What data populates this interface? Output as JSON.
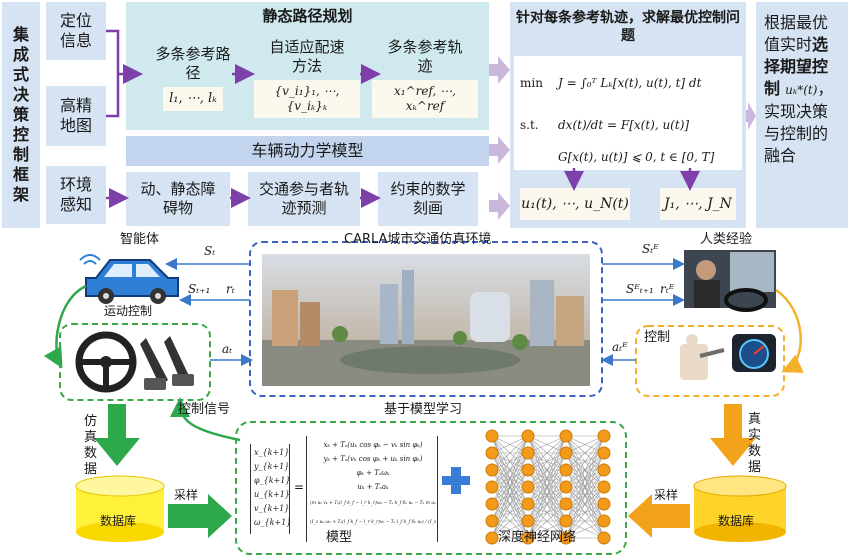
{
  "top": {
    "framework_title": "集成式决策控制框架",
    "inputs": {
      "positioning": "定位信息",
      "hd_map": "高精地图",
      "environment": "环境感知"
    },
    "static_planning": {
      "title": "静态路径规划",
      "step1": "多条参考路径",
      "step1_math": "l₁, ⋯, lₖ",
      "step2": "自适应配速方法",
      "step2_math": "{v_i₁}₁, ⋯, {v_iₖ}ₖ",
      "step3": "多条参考轨迹",
      "step3_math": "x₁^ref, ⋯, xₖ^ref"
    },
    "dynamics": "车辆动力学模型",
    "constraint_chain": {
      "obstacles": "动、静态障碍物",
      "prediction": "交通参与者轨迹预测",
      "math_constraint": "约束的数学刻画"
    },
    "optimal_control": {
      "title": "针对每条参考轨迹，求解最优控制问题",
      "min_label": "min",
      "objective": "J = ∫₀ᵀ Lₖ[x(t), u(t), t] dt",
      "st_label": "s.t.",
      "dynamics_eq": "dx(t)/dt = F[x(t), u(t)]",
      "constraint_eq": "G[x(t), u(t)] ⩽ 0, t ∈ [0, T]",
      "controls": "u₁(t), ⋯, u_N(t)",
      "costs": "J₁, ⋯, J_N"
    },
    "selection": {
      "text_pre": "根据最优值实时",
      "text_bold": "选择期望控制",
      "symbol": "uₖ*(t)",
      "text_post": "，实现决策与控制的融合"
    }
  },
  "bottom": {
    "agent_label": "智能体",
    "motion_control": "运动控制",
    "carla_title": "CARLA城市交通仿真环境",
    "human_label": "人类经验",
    "control_label": "控制",
    "sim_data": "仿真数据",
    "real_data": "真实数据",
    "control_signal": "控制信号",
    "model_learning": "基于模型学习",
    "database_left": "数据库",
    "database_right": "数据库",
    "sampling_left": "采样",
    "sampling_right": "采样",
    "model_label": "模型",
    "network_label": "深度神经网络",
    "sym": {
      "s_t": "Sₜ",
      "s_t1": "Sₜ₊₁",
      "r_t": "rₜ",
      "a_t": "aₜ",
      "s_e_t": "Sₜᴱ",
      "s_e_t1": "Sᴱₜ₊₁",
      "r_e_t": "rₜᴱ",
      "a_e_t": "aₜᴱ"
    },
    "state_vector": [
      "x_{k+1}",
      "y_{k+1}",
      "φ_{k+1}",
      "u_{k+1}",
      "v_{k+1}",
      "ω_{k+1}"
    ],
    "model_rows": [
      "xₖ + Tₛ(uₖ cos φₖ − vₖ sin φₖ)",
      "yₖ + Tₛ(vₖ cos φₖ + uₖ sin φₖ)",
      "φₖ + Tₛωₖ",
      "uₖ + Tₛaₖ",
      "(m uₖ vₖ + Tₛ(l_f k_f − l_r k_r)ωₖ − Tₛ k_f δₖ uₖ − Tₛ m uₖ² ωₖ) / (m uₖ − Tₛ(k_f + k_r))",
      "(I_z uₖ ωₖ + Tₛ(l_f k_f − l_r k_r)vₖ − Tₛ l_f k_f δₖ uₖ) / (I_z uₖ − Tₛ(l_f² k_f + l_r² k_r))"
    ]
  }
}
